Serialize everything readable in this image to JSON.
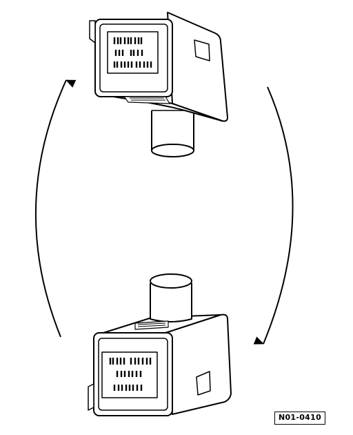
{
  "figure": {
    "reference_code": "N01-0410",
    "colors": {
      "ink": "#000000",
      "paper": "#ffffff"
    },
    "parts": {
      "top": "module-upside-down",
      "bottom": "module-upright",
      "left_arrow": "rotate-up-arrow",
      "right_arrow": "rotate-down-arrow"
    }
  }
}
